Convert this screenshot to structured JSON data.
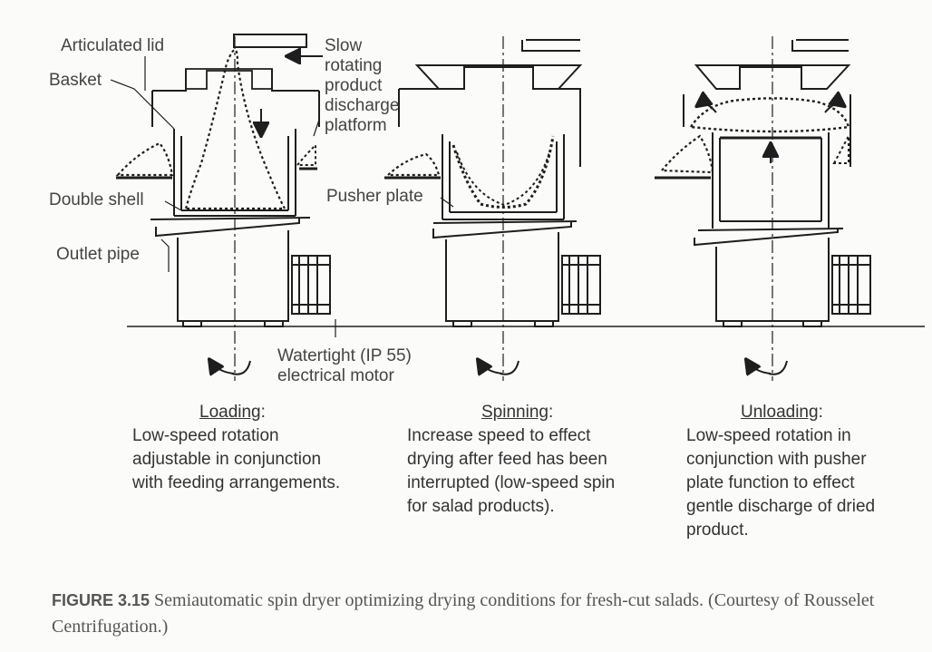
{
  "labels": {
    "articulated_lid": "Articulated lid",
    "basket": "Basket",
    "slow_rotating_platform": "Slow\nrotating\nproduct\ndischarge\nplatform",
    "double_shell": "Double shell",
    "pusher_plate": "Pusher plate",
    "outlet_pipe": "Outlet pipe",
    "motor": "Watertight (IP 55)\nelectrical motor"
  },
  "phases": [
    {
      "title": "Loading",
      "suffix": ":",
      "description": "Low-speed rotation\nadjustable in conjunction\nwith feeding arrangements."
    },
    {
      "title": "Spinning",
      "suffix": ":",
      "description": "Increase speed to effect\ndrying after feed has been\ninterrupted (low-speed spin\nfor salad products)."
    },
    {
      "title": "Unloading",
      "suffix": ":",
      "description": "Low-speed rotation in\nconjunction with pusher\nplate function to effect\ngentle discharge of dried\nproduct."
    }
  ],
  "caption": {
    "figure_label": "FIGURE 3.15",
    "text": "Semiautomatic spin dryer optimizing drying conditions for fresh-cut salads. (Courtesy of Rousselet Centrifugation.)"
  }
}
